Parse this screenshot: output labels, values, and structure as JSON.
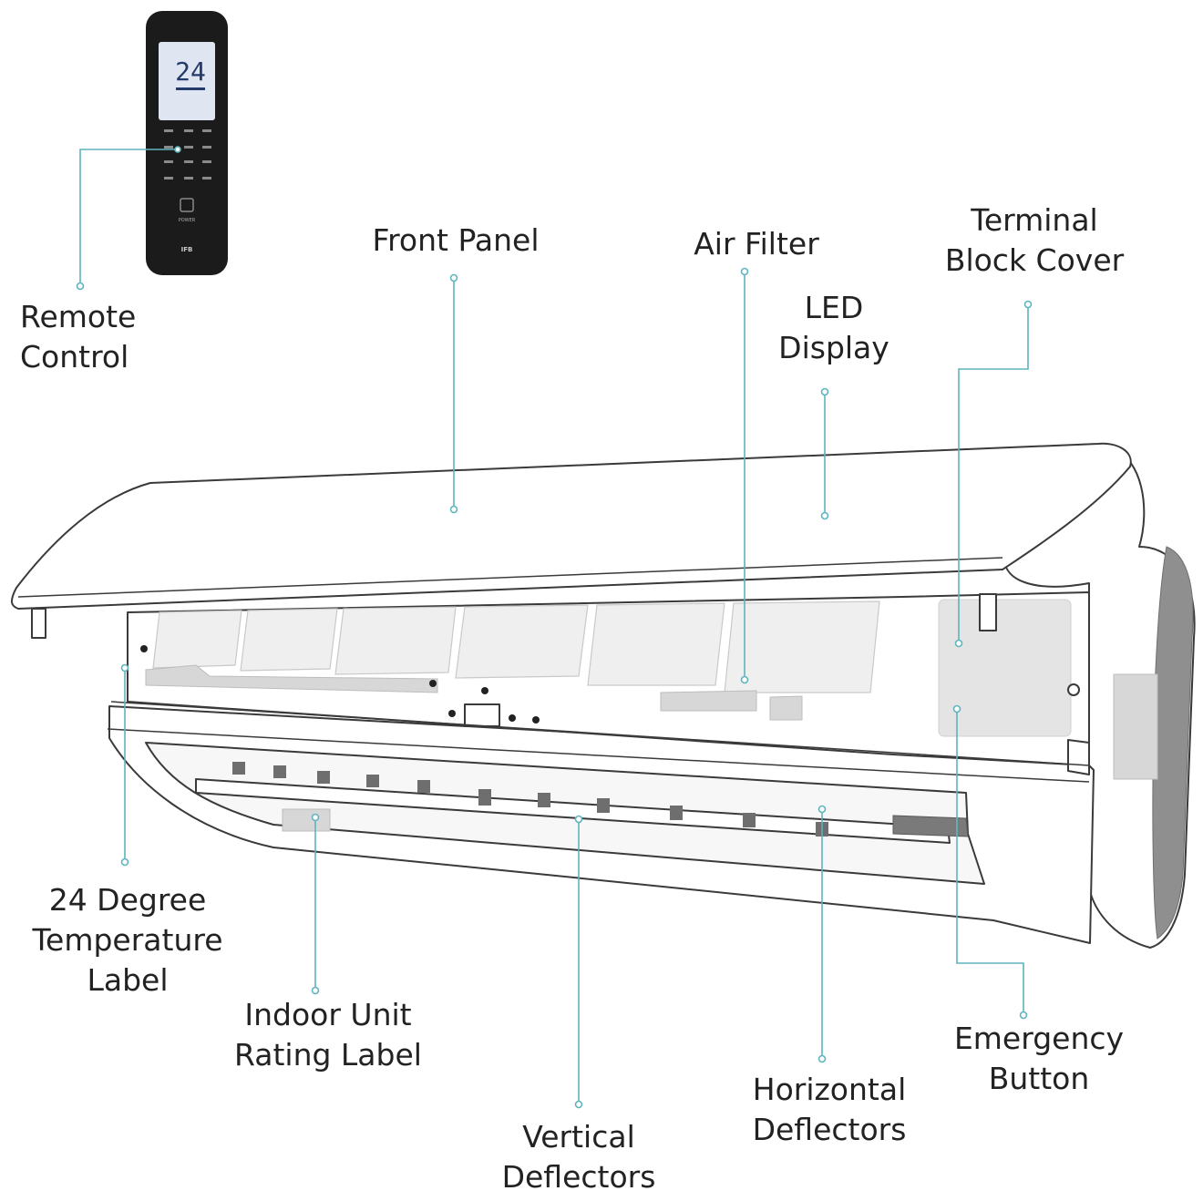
{
  "labels": {
    "remote_control": [
      "Remote",
      "Control"
    ],
    "front_panel": [
      "Front Panel"
    ],
    "air_filter": [
      "Air Filter"
    ],
    "led_display": [
      "LED",
      "Display"
    ],
    "terminal_block_cover": [
      "Terminal",
      "Block Cover"
    ],
    "temperature_label": [
      "24 Degree",
      "Temperature",
      "Label"
    ],
    "rating_label": [
      "Indoor Unit",
      "Rating Label"
    ],
    "vertical_deflectors": [
      "Vertical",
      "Deflectors"
    ],
    "horizontal_deflectors": [
      "Horizontal",
      "Deflectors"
    ],
    "emergency_button": [
      "Emergency",
      "Button"
    ]
  },
  "remote": {
    "display_temp": "24",
    "power_label": "POWER",
    "brand": "IFB"
  },
  "colors": {
    "leader": "#5fb4bd",
    "outline": "#3a3a3a",
    "remote_body": "#1b1b1b",
    "remote_screen": "#dfe6f2"
  }
}
